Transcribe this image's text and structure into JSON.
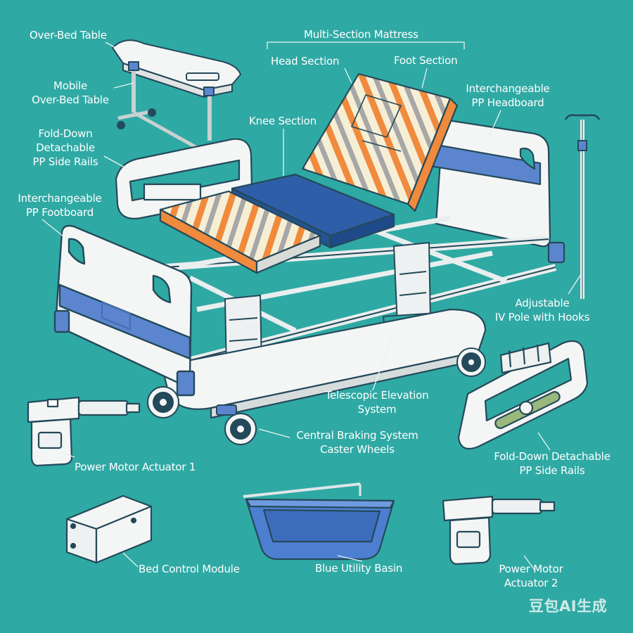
{
  "labels": {
    "over_bed_table": "Over-Bed Table",
    "mobile_table_1": "Mobile",
    "mobile_table_2": "Over-Bed Table",
    "fold_down_1": "Fold-Down",
    "fold_down_2": "Detachable",
    "fold_down_3": "PP Side Rails",
    "footboard_1": "Interchangeable",
    "footboard_2": "PP Footboard",
    "mattress": "Multi-Section Mattress",
    "head_section": "Head Section",
    "foot_section": "Foot Section",
    "knee_section": "Knee Section",
    "headboard_1": "Interchangeable",
    "headboard_2": "PP Headboard",
    "iv_pole_1": "Adjustable",
    "iv_pole_2": "IV Pole with Hooks",
    "telescopic_1": "Telescopic Elevation",
    "telescopic_2": "System",
    "braking_1": "Central Braking System",
    "braking_2": "Caster Wheels",
    "motor_1": "Power Motor Actuator 1",
    "side_rails_right_1": "Fold-Down Detachable",
    "side_rails_right_2": "PP Side Rails",
    "control_module": "Bed Control Module",
    "utility_basin": "Blue Utility Basin",
    "motor_2_1": "Power Motor",
    "motor_2_2": "Actuator 2"
  },
  "watermark": "豆包AI生成",
  "colors": {
    "background": "#2fa9a4",
    "frame": "#f4f6f5",
    "outline": "#24495a",
    "accent_blue": "#5b86cf",
    "mattress_blue": "#2f5ea8",
    "stripe_orange": "#f08a3c",
    "stripe_gray": "#a7a7a7",
    "stripe_cream": "#f6efd6",
    "basin_blue": "#4d7fd0",
    "grip_green": "#9ab87c"
  }
}
